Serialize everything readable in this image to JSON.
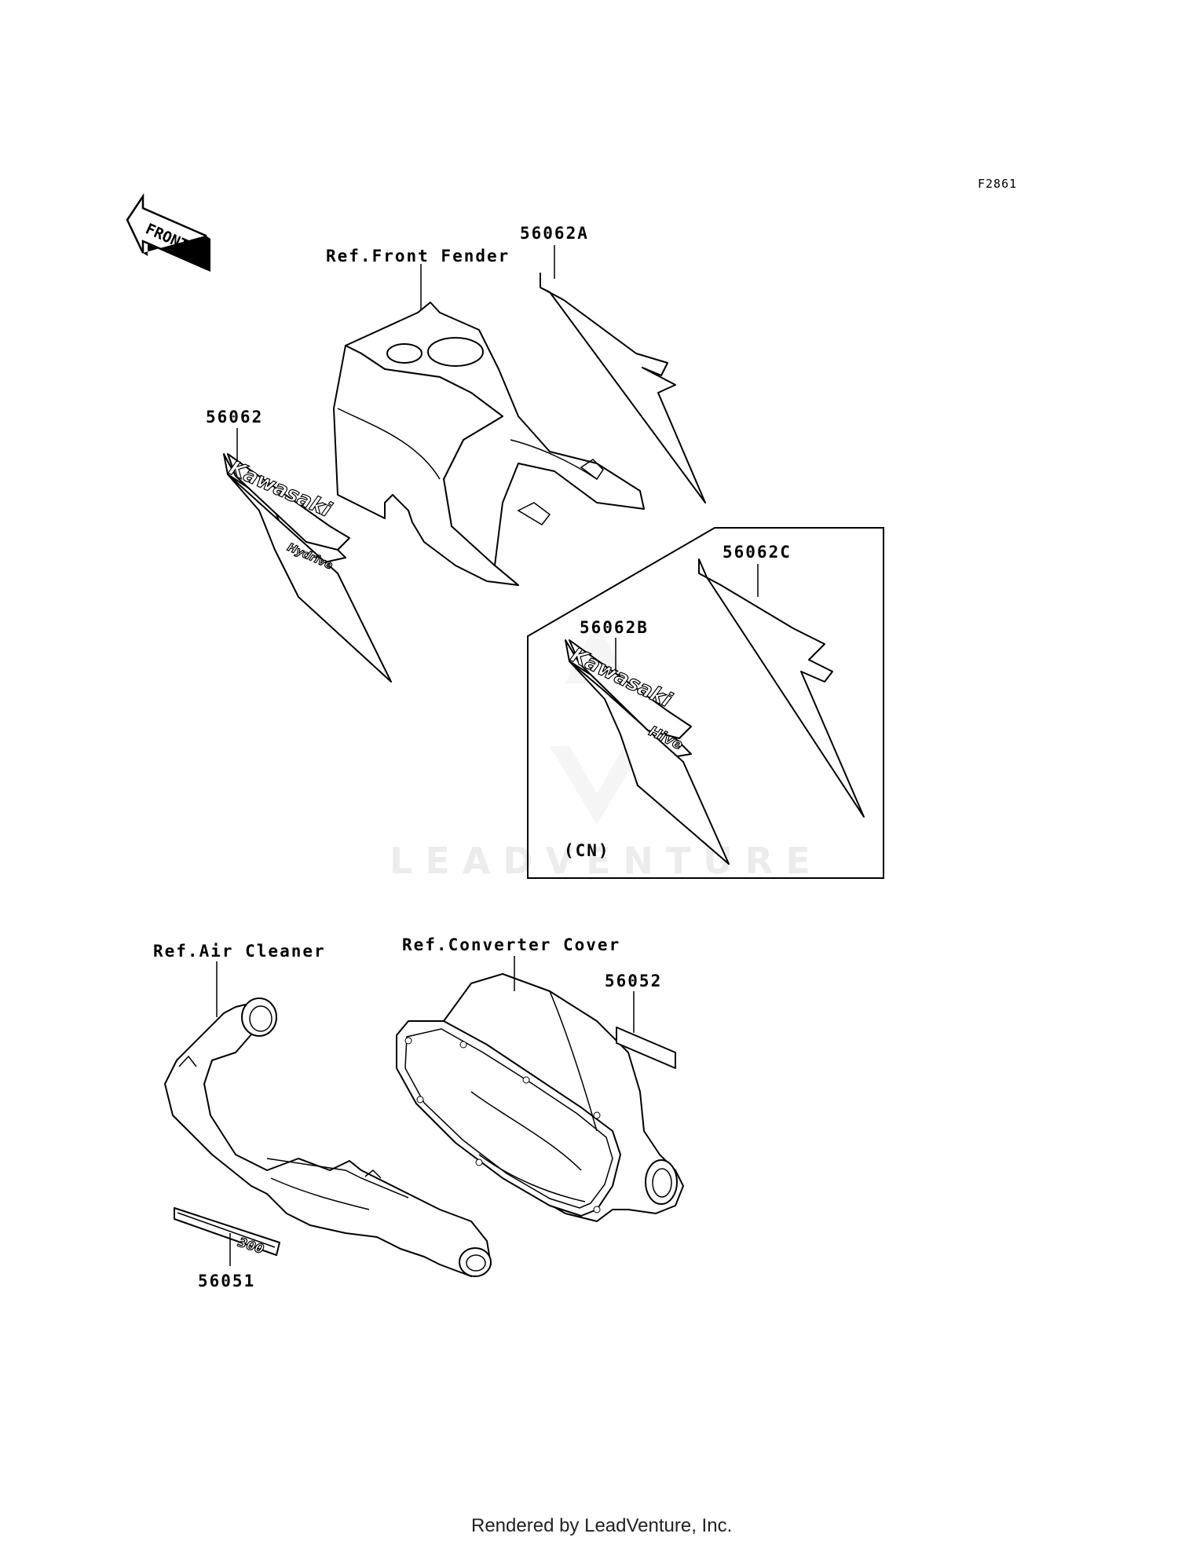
{
  "diagram": {
    "code": "F2861",
    "front_arrow": "FRONT",
    "watermark": "LEADVENTURE",
    "footer": "Rendered by LeadVenture, Inc.",
    "inset_note": "(CN)",
    "decal_texts": {
      "kawasaki": "Kawasaki",
      "variant_a": "Hydrive",
      "variant_b": "Hive",
      "model_number": "300"
    },
    "labels": [
      {
        "id": "ref-front-fender",
        "text": "Ref.Front Fender"
      },
      {
        "id": "56062A",
        "text": "56062A"
      },
      {
        "id": "56062",
        "text": "56062"
      },
      {
        "id": "56062C",
        "text": "56062C"
      },
      {
        "id": "56062B",
        "text": "56062B"
      },
      {
        "id": "ref-air-cleaner",
        "text": "Ref.Air Cleaner"
      },
      {
        "id": "ref-converter-cover",
        "text": "Ref.Converter Cover"
      },
      {
        "id": "56052",
        "text": "56052"
      },
      {
        "id": "56051",
        "text": "56051"
      }
    ]
  }
}
